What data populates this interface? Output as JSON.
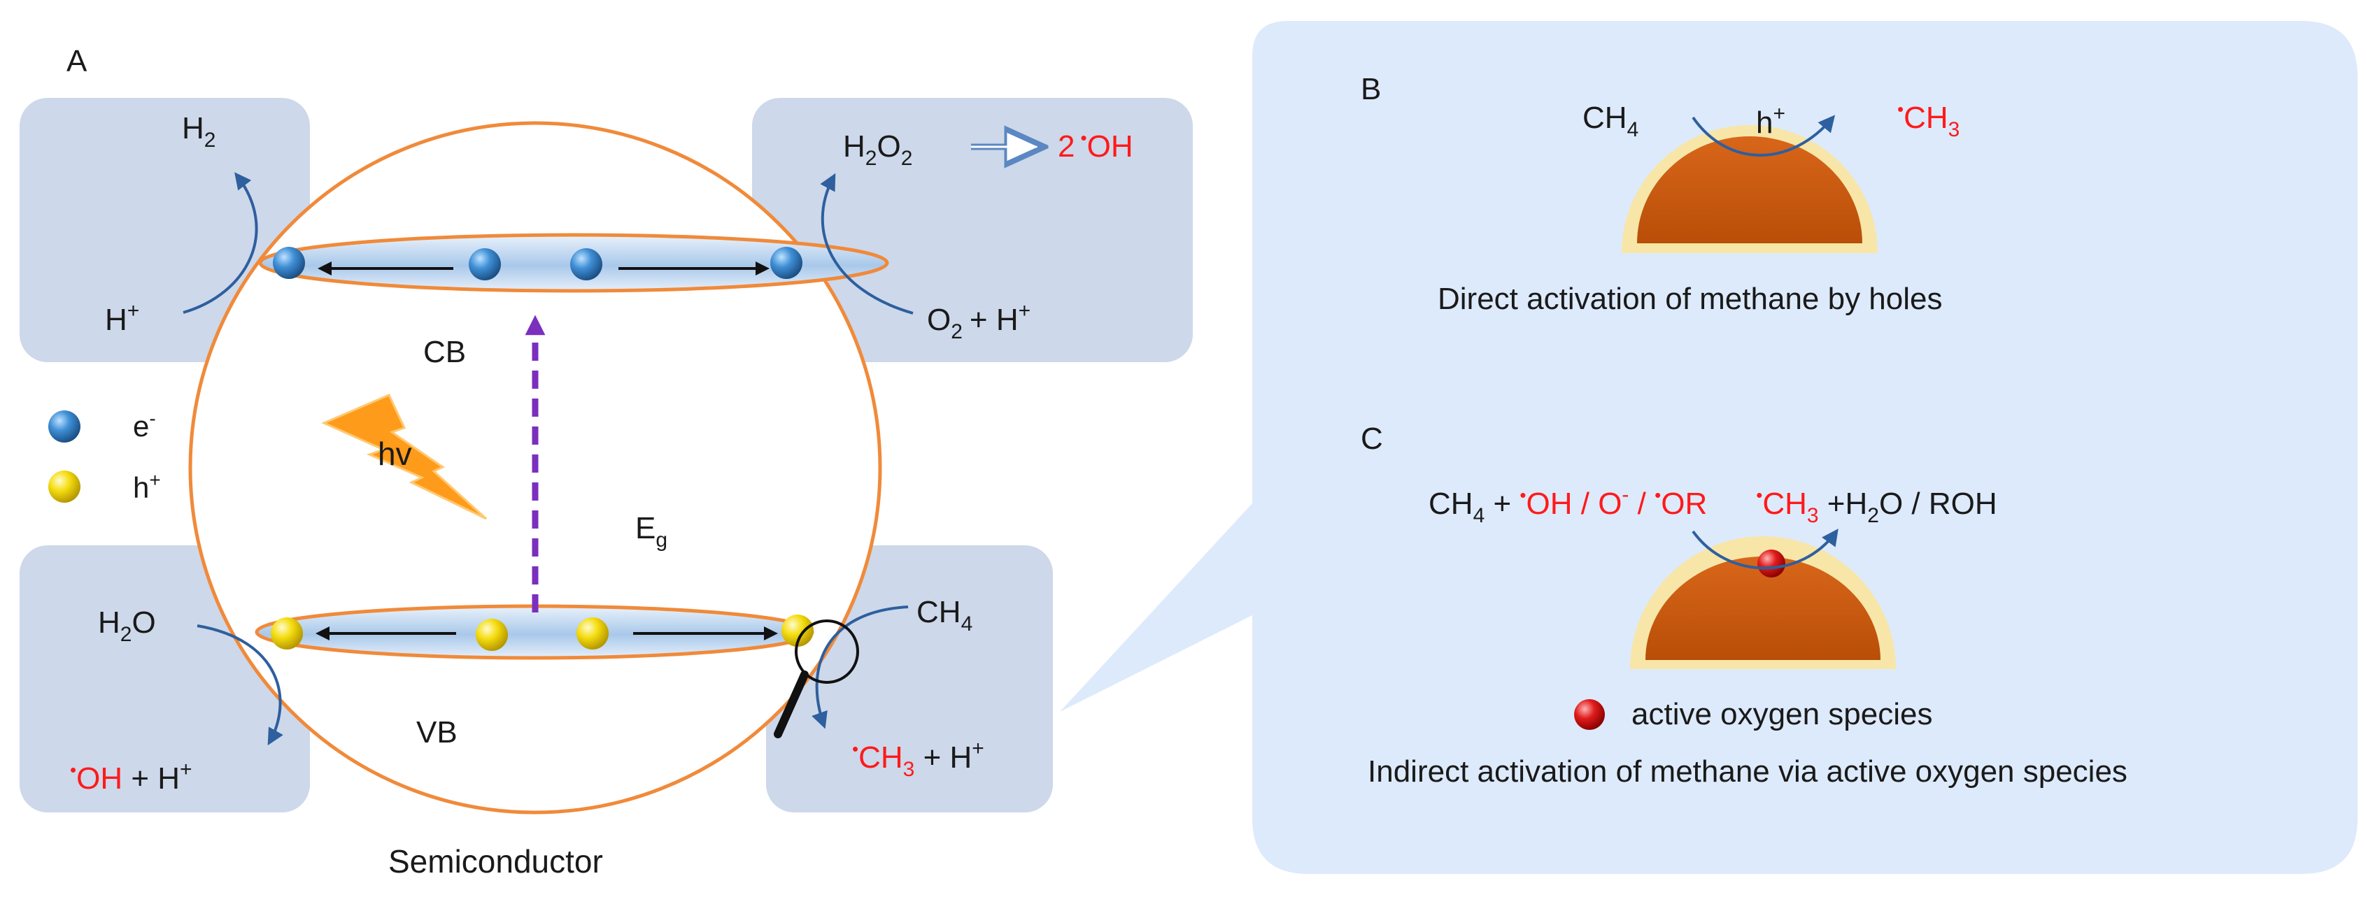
{
  "colors": {
    "panel_bg": "#cdd8ea",
    "callout_bg": "#ddeafb",
    "sphere_outline": "#f08a3a",
    "band_fill": "#c2d7f0",
    "electron": "#2f74b5",
    "hole": "#f2d400",
    "arrow_blue": "#2e5f9e",
    "excitation_arrow": "#7b2fbe",
    "highlight_red": "#ff1a1a",
    "catalyst": "#c85a10",
    "catalyst_rim": "#f7e6a8",
    "lightning": "#ff9b1a",
    "active_oxygen": "#d61414"
  },
  "icons": {
    "electron": "blue-sphere",
    "hole": "yellow-sphere",
    "light": "lightning-bolt",
    "magnifier": "magnifying-glass",
    "active_oxygen": "red-sphere"
  },
  "panel_a": {
    "label": "A",
    "caption": "Semiconductor",
    "cb_label": "CB",
    "vb_label": "VB",
    "eg_main": "E",
    "eg_sub": "g",
    "light_label": "hv",
    "legend": {
      "electron": {
        "main": "e",
        "sup": "-"
      },
      "hole": {
        "main": "h",
        "sup": "+"
      }
    },
    "reduction_h2": {
      "product_main": "H",
      "product_sub": "2",
      "reactant_main": "H",
      "reactant_sup": "+"
    },
    "reduction_o2": {
      "product": {
        "a": "H",
        "a_sub": "2",
        "b": "O",
        "b_sub": "2",
        "c": "2",
        "dot": "•",
        "d": "OH"
      },
      "reactant": {
        "a": "O",
        "a_sub": "2",
        "b": "+ H",
        "b_sup": "+"
      }
    },
    "oxidation_h2o": {
      "reactant": {
        "a": "H",
        "a_sub": "2",
        "b": "O"
      },
      "product": {
        "dot": "•",
        "a": "OH",
        "b": " + H",
        "b_sup": "+"
      }
    },
    "oxidation_ch4": {
      "reactant": {
        "a": "CH",
        "a_sub": "4"
      },
      "product": {
        "dot": "•",
        "a": "CH",
        "a_sub": "3",
        "b": " + H",
        "b_sup": "+"
      }
    }
  },
  "panel_b": {
    "label": "B",
    "reactant": {
      "a": "CH",
      "a_sub": "4"
    },
    "oxidant": {
      "a": "h",
      "a_sup": "+"
    },
    "product": {
      "dot": "•",
      "a": "CH",
      "a_sub": "3"
    },
    "caption": "Direct activation of methane by holes"
  },
  "panel_c": {
    "label": "C",
    "equation": {
      "r1": "CH",
      "r1_sub": "4",
      "plus": " + ",
      "dot1": "•",
      "ox1": "OH / O",
      "ox1_sup": "-",
      "slash": " / ",
      "dot2": "•",
      "ox2": "OR",
      "dot3": "•",
      "p1": "CH",
      "p1_sub": "3",
      "p2": " +H",
      "p2_sub": "2",
      "p3": "O / ROH"
    },
    "legend_label": "active oxygen species",
    "caption": "Indirect activation of methane via active oxygen species"
  }
}
